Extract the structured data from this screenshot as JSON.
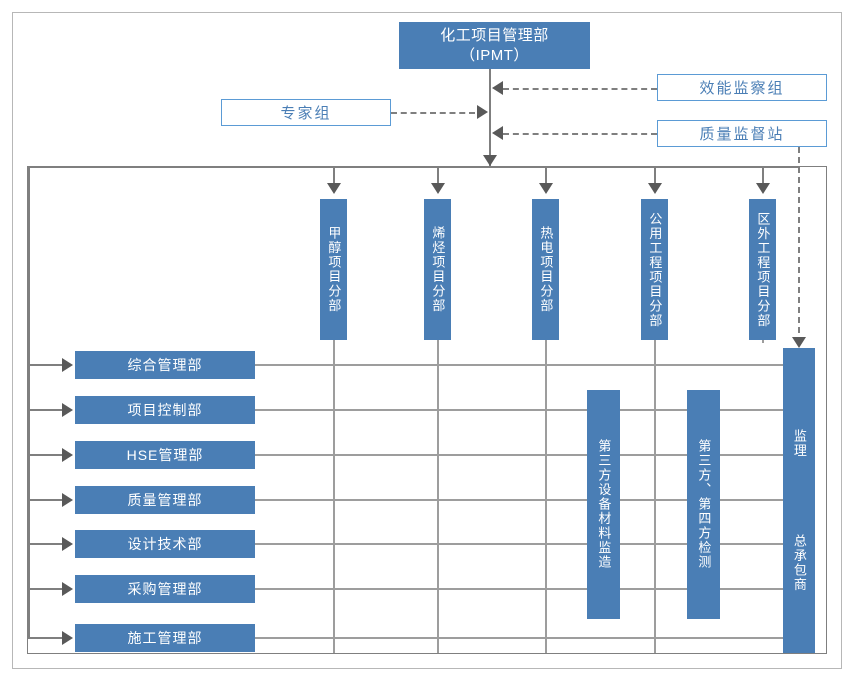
{
  "diagram": {
    "title_box": {
      "line1": "化工项目管理部",
      "line2": "（IPMT）"
    },
    "left_advisor": {
      "label": "专家组"
    },
    "right_supervisors": [
      {
        "label": "效能监察组"
      },
      {
        "label": "质量监督站"
      }
    ],
    "project_divisions": [
      {
        "label": "甲醇项目分部"
      },
      {
        "label": "烯烃项目分部"
      },
      {
        "label": "热电项目分部"
      },
      {
        "label": "公用工程项目分部"
      },
      {
        "label": "区外工程项目分部"
      }
    ],
    "departments": [
      {
        "label": "综合管理部"
      },
      {
        "label": "项目控制部"
      },
      {
        "label": "HSE管理部"
      },
      {
        "label": "质量管理部"
      },
      {
        "label": "设计技术部"
      },
      {
        "label": "采购管理部"
      },
      {
        "label": "施工管理部"
      }
    ],
    "third_party": [
      {
        "label": "第三方设备材料监造"
      },
      {
        "label": "第三方、第四方检测"
      }
    ],
    "contractor_column": {
      "top_label": "监理",
      "bottom_label": "总承包商"
    },
    "colors": {
      "fill": "#4a7eb5",
      "outline_border": "#5b9bd5",
      "outline_text": "#4a7eb5",
      "connector": "#7f7f7f",
      "grid": "#9d9d9d",
      "frame": "#b7b7b7"
    }
  }
}
